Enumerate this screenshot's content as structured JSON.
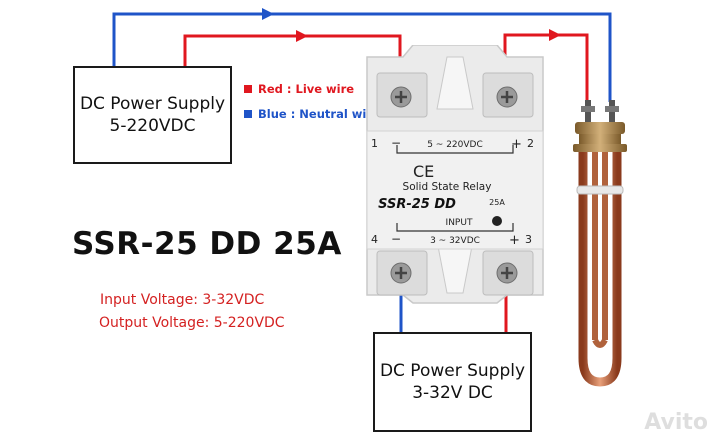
{
  "legend": {
    "red_label": "Red : Live wire",
    "blue_label": "Blue : Neutral wire"
  },
  "power_supply_top": {
    "line1": "DC Power Supply",
    "line2": "5-220VDC"
  },
  "power_supply_bottom": {
    "line1": "DC Power Supply",
    "line2": "3-32V DC"
  },
  "title": "SSR-25 DD 25A",
  "specs": {
    "input": "Input Voltage: 3-32VDC",
    "output": "Output Voltage: 5-220VDC"
  },
  "relay": {
    "terminal_1": "1",
    "terminal_2": "2",
    "terminal_3": "3",
    "terminal_4": "4",
    "minus_top": "−",
    "plus_top": "+",
    "minus_bottom": "−",
    "plus_bottom": "+",
    "output_range": "5 ~ 220VDC",
    "ce_mark": "CE",
    "subtitle": "Solid State Relay",
    "model": "SSR-25 DD",
    "rating": "25A",
    "input_label": "INPUT",
    "input_range": "3 ~ 32VDC"
  },
  "watermark": "Avito",
  "colors": {
    "live_wire": "#e0171f",
    "neutral_wire": "#1f54c8",
    "title_text": "#111111",
    "spec_text": "#d42121",
    "relay_body": "#ebebeb"
  }
}
